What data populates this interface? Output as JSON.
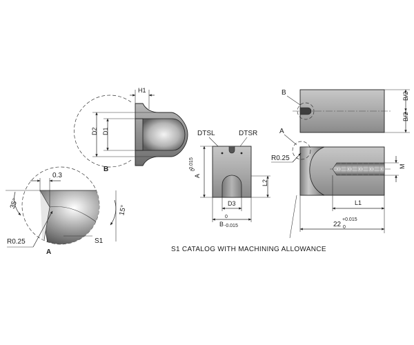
{
  "labels": {
    "dtsl": "DTSL",
    "dtsr": "DTSR",
    "h1": "H1",
    "d2": "D2",
    "d1": "D1",
    "view_b": "B",
    "gap": "0.3",
    "angle_35": "35°",
    "angle_15": "15°",
    "radius_left": "R0.25",
    "view_a": "A",
    "s1": "S1",
    "a_dim": "A",
    "a_tol_upper": "0",
    "a_tol_lower": "-0.015",
    "l2": "L2",
    "d3": "D3",
    "b_dim": "B",
    "b_tol_upper": "0",
    "b_tol_lower": "-0.015",
    "b_ref": "B",
    "b_half_top": "B/2",
    "b_half_bottom": "B/2",
    "a_ref": "A",
    "radius_right": "R0.25",
    "m": "M",
    "l1": "L1",
    "total_len": "22",
    "total_tol_upper": "+0.015",
    "total_tol_lower": "0"
  },
  "caption": "S1 CATALOG WITH MACHINING ALLOWANCE"
}
